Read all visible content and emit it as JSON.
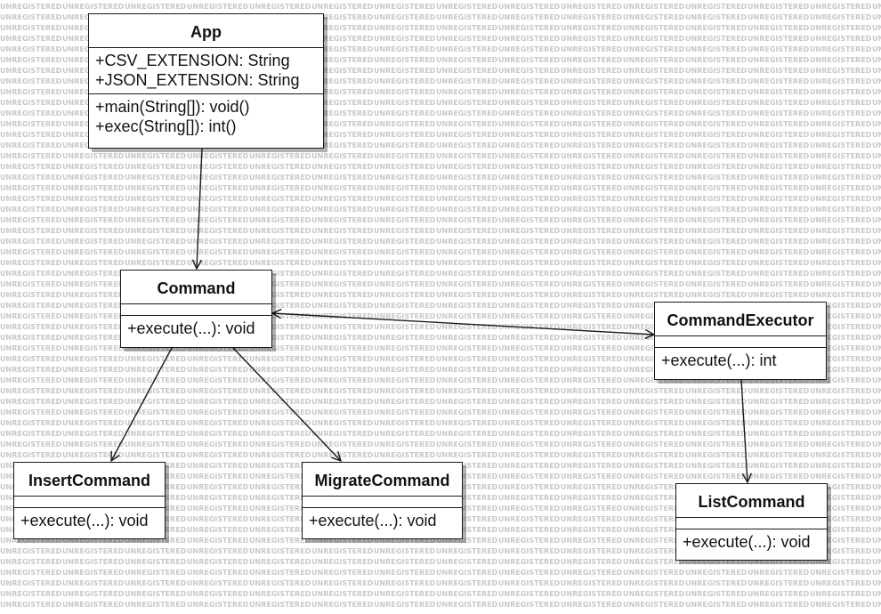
{
  "watermark": {
    "text": "UNREGISTERED",
    "color": "#c8c8c8"
  },
  "colors": {
    "line": "#1a1a1a",
    "box_border": "#1a1a1a",
    "background": "#ffffff"
  },
  "classes": {
    "app": {
      "name": "App",
      "attributes": [
        "+CSV_EXTENSION: String",
        "+JSON_EXTENSION: String"
      ],
      "operations": [
        "+main(String[]): void()",
        "+exec(String[]): int()"
      ]
    },
    "command": {
      "name": "Command",
      "attributes": [],
      "operations": [
        "+execute(...): void"
      ]
    },
    "command_executor": {
      "name": "CommandExecutor",
      "attributes": [],
      "operations": [
        "+execute(...): int"
      ]
    },
    "insert_command": {
      "name": "InsertCommand",
      "attributes": [],
      "operations": [
        "+execute(...): void"
      ]
    },
    "migrate_command": {
      "name": "MigrateCommand",
      "attributes": [],
      "operations": [
        "+execute(...): void"
      ]
    },
    "list_command": {
      "name": "ListCommand",
      "attributes": [],
      "operations": [
        "+execute(...): void"
      ]
    }
  },
  "associations": [
    {
      "from": "app",
      "to": "command",
      "arrow": "end"
    },
    {
      "from": "command",
      "to": "command_executor",
      "arrow": "both"
    },
    {
      "from": "command",
      "to": "insert_command",
      "arrow": "end"
    },
    {
      "from": "command",
      "to": "migrate_command",
      "arrow": "end"
    },
    {
      "from": "command_executor",
      "to": "list_command",
      "arrow": "end"
    }
  ]
}
